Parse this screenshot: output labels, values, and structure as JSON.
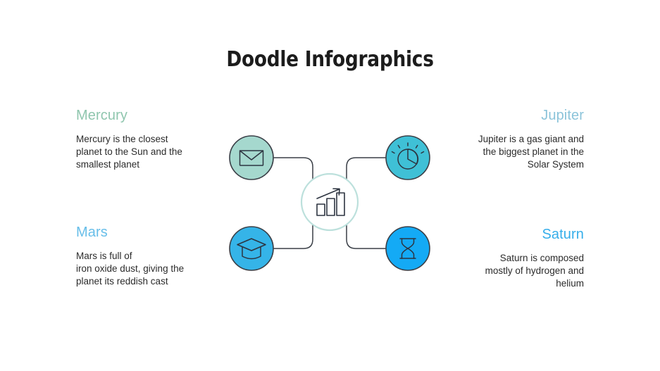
{
  "slide": {
    "title": "Doodle Infographics",
    "background_color": "#ffffff"
  },
  "center": {
    "icon": "bar-chart-growth-icon",
    "outline_color": "#BCE0DC",
    "fill_color": "#ffffff"
  },
  "items": [
    {
      "key": "mercury",
      "heading": "Mercury",
      "body": "Mercury is the closest\nplanet to the Sun and the\nsmallest planet",
      "heading_color": "#8FC6AE",
      "circle_color": "#A5D8CE",
      "icon": "envelope-icon",
      "position": "top-left",
      "align": "left"
    },
    {
      "key": "jupiter",
      "heading": "Jupiter",
      "body": "Jupiter is a gas giant and\nthe biggest planet in the\nSolar System",
      "heading_color": "#8CC4DA",
      "circle_color": "#3FC0D6",
      "icon": "pie-chart-clock-icon",
      "position": "top-right",
      "align": "right"
    },
    {
      "key": "mars",
      "heading": "Mars",
      "body": "Mars is full of\niron oxide dust, giving the\nplanet its reddish cast",
      "heading_color": "#67BEE9",
      "circle_color": "#35B4E8",
      "icon": "graduation-cap-icon",
      "position": "bottom-left",
      "align": "left"
    },
    {
      "key": "saturn",
      "heading": "Saturn",
      "body": "Saturn is composed\nmostly of hydrogen and\nhelium",
      "heading_color": "#35AEEA",
      "circle_color": "#14AAF5",
      "icon": "hourglass-icon",
      "position": "bottom-right",
      "align": "right"
    }
  ]
}
